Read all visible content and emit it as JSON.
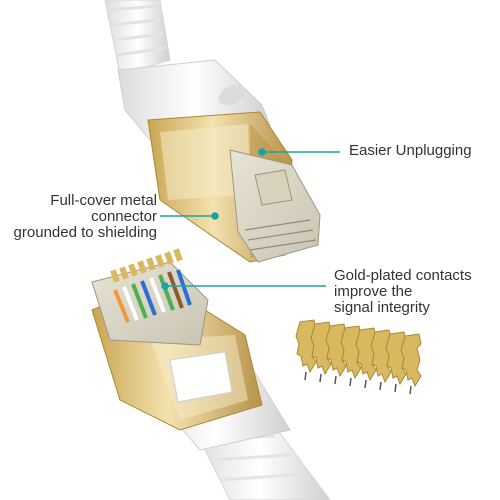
{
  "annotations": {
    "easier_unplugging": "Easier Unplugging",
    "full_cover_metal": [
      "Full-cover metal",
      "connector",
      "grounded to shielding"
    ],
    "gold_plated": [
      "Gold-plated contacts",
      "improve the",
      "signal integrity"
    ]
  },
  "colors": {
    "callout_line": "#1aa3a3",
    "gold": "#d9b860",
    "gold_dark": "#a88832",
    "cable_white": "#f2f2f2",
    "text": "#333333"
  }
}
